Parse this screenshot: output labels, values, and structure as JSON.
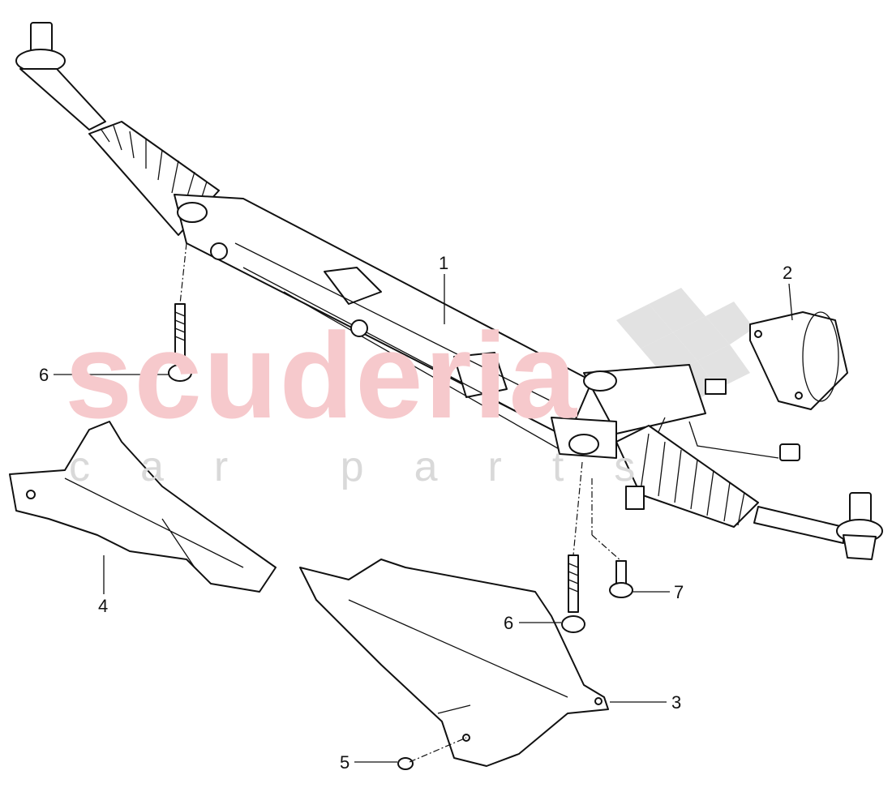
{
  "watermark": {
    "brand": "scuderia",
    "tagline": "car parts"
  },
  "callouts": [
    {
      "id": "1",
      "label": "1"
    },
    {
      "id": "2",
      "label": "2"
    },
    {
      "id": "3",
      "label": "3"
    },
    {
      "id": "4",
      "label": "4"
    },
    {
      "id": "5",
      "label": "5"
    },
    {
      "id": "6a",
      "label": "6"
    },
    {
      "id": "6b",
      "label": "6"
    },
    {
      "id": "7",
      "label": "7"
    }
  ],
  "colors": {
    "watermark_brand": "#f6c9cc",
    "watermark_tagline": "#d9d9d9",
    "line": "#111111"
  }
}
